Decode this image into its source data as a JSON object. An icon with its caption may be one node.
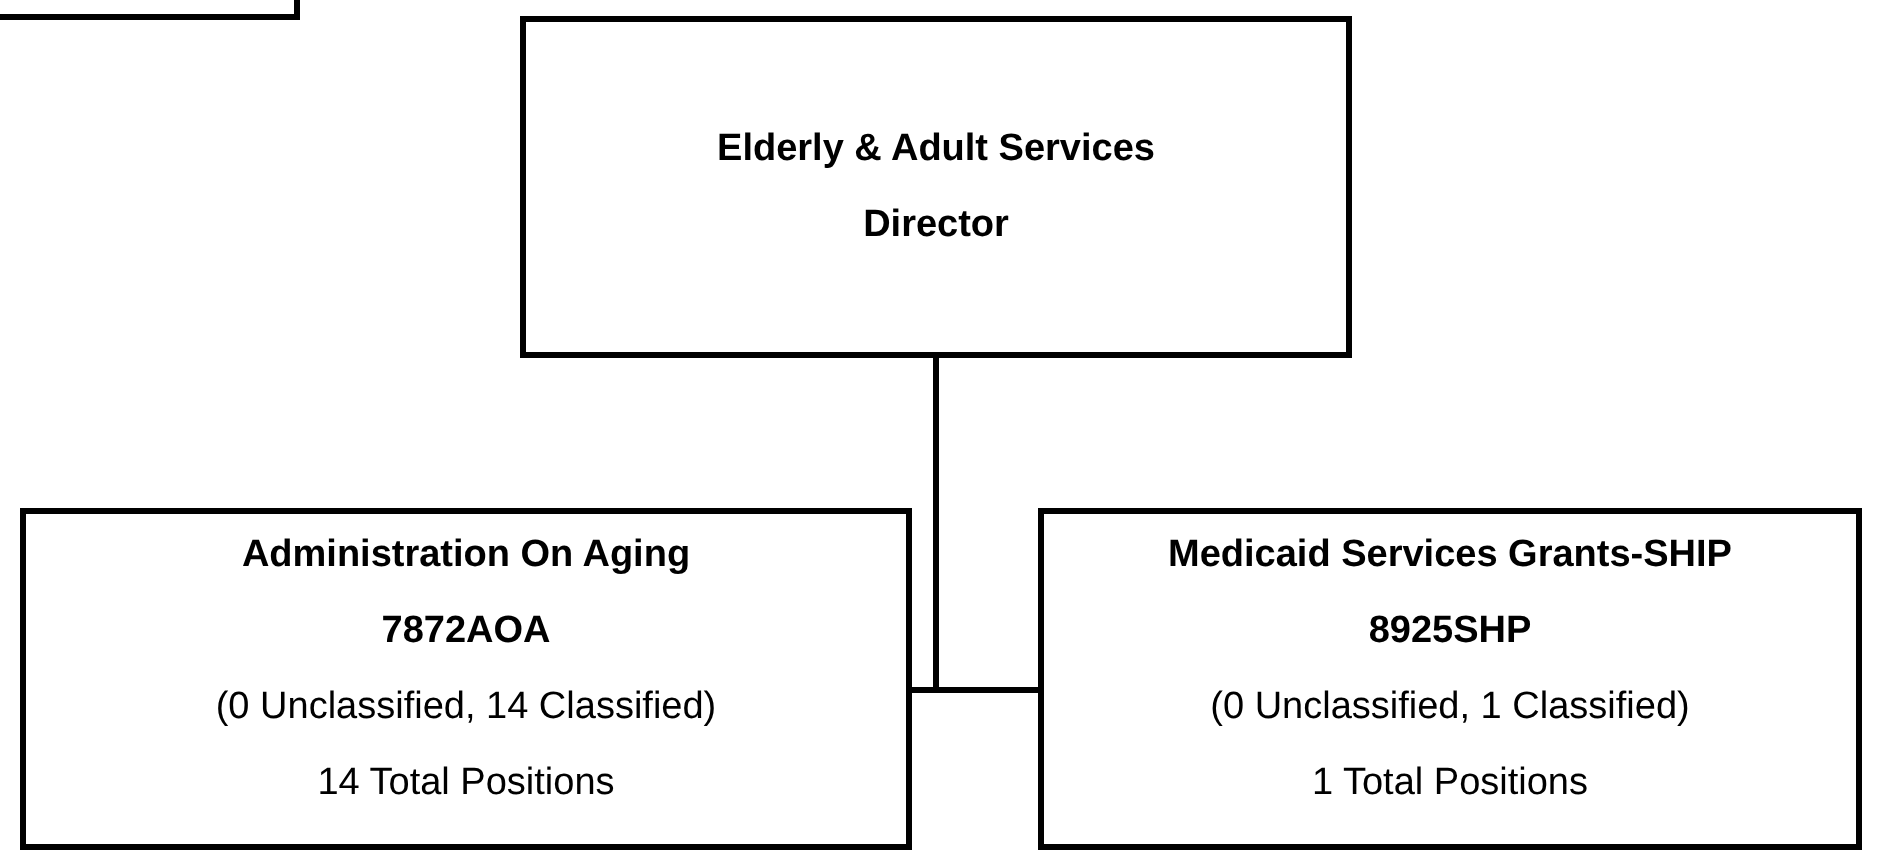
{
  "diagram": {
    "nodes": [
      {
        "text": [],
        "shape": "box"
      },
      {
        "text": [
          "Elderly & Adult Services Director"
        ]
      },
      {
        "text": [
          "Administration On Aging",
          "7872AOA",
          "(0 Unclassified, 14 Classified)",
          "14 Total Positions"
        ]
      },
      {
        "text": [
          "Medicaid Services Grants-SHIP",
          "8925SHP",
          "(0 Unclassified, 1 Classified)",
          "1 Total Positions"
        ]
      }
    ],
    "edges": [
      {
        "from": 1,
        "to": 2,
        "arrow": "none"
      },
      {
        "from": 1,
        "to": 3,
        "arrow": "none"
      }
    ]
  }
}
